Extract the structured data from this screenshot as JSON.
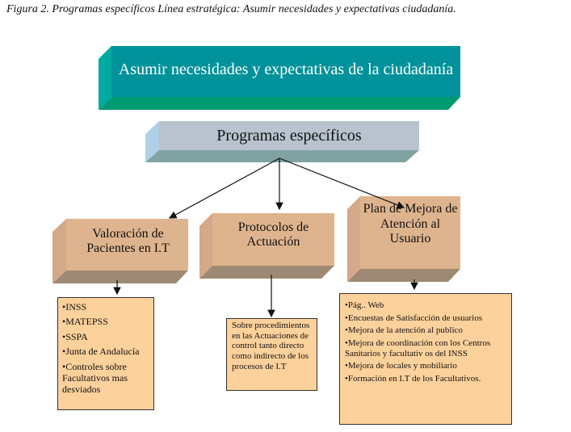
{
  "caption": "Figura 2. Programas específicos Línea estratégica: Asumir necesidades y expectativas ciudadanía.",
  "top_box": "Asumir necesidades y expectativas de la ciudadanía",
  "programs_box": "Programas específicos",
  "programs": [
    {
      "title": "Valoración de Pacientes en I.T",
      "items": [
        "•INSS",
        "•MATEPSS",
        "•SSPA",
        "•Junta de Andalucía",
        "•Controles sobre Facultativos mas desviados"
      ]
    },
    {
      "title": "Protocolos de Actuación",
      "items": [
        "Sobre procedimientos en las Actuaciones de control tanto directo como indirecto de los procesos de I.T"
      ]
    },
    {
      "title": "Plan de Mejora de Atención al Usuario",
      "items": [
        "•Pág.. Web",
        "•Encuestas de Satisfacción de usuarios",
        "•Mejora de la atención al publico",
        "•Mejora de coordinación con los Centros Sanitarios y facultativ os del INSS",
        "•Mejora de locales y mobiliario",
        "•Formación en I.T de los Facultativos."
      ]
    }
  ],
  "colors": {
    "teal_front": "#00929a",
    "teal_side": "#00aaa0",
    "teal_bottom": "#009a70",
    "grey_front": "#b8c3cf",
    "peach_front": "#deb48e",
    "list_bg": "#fdd19b"
  }
}
